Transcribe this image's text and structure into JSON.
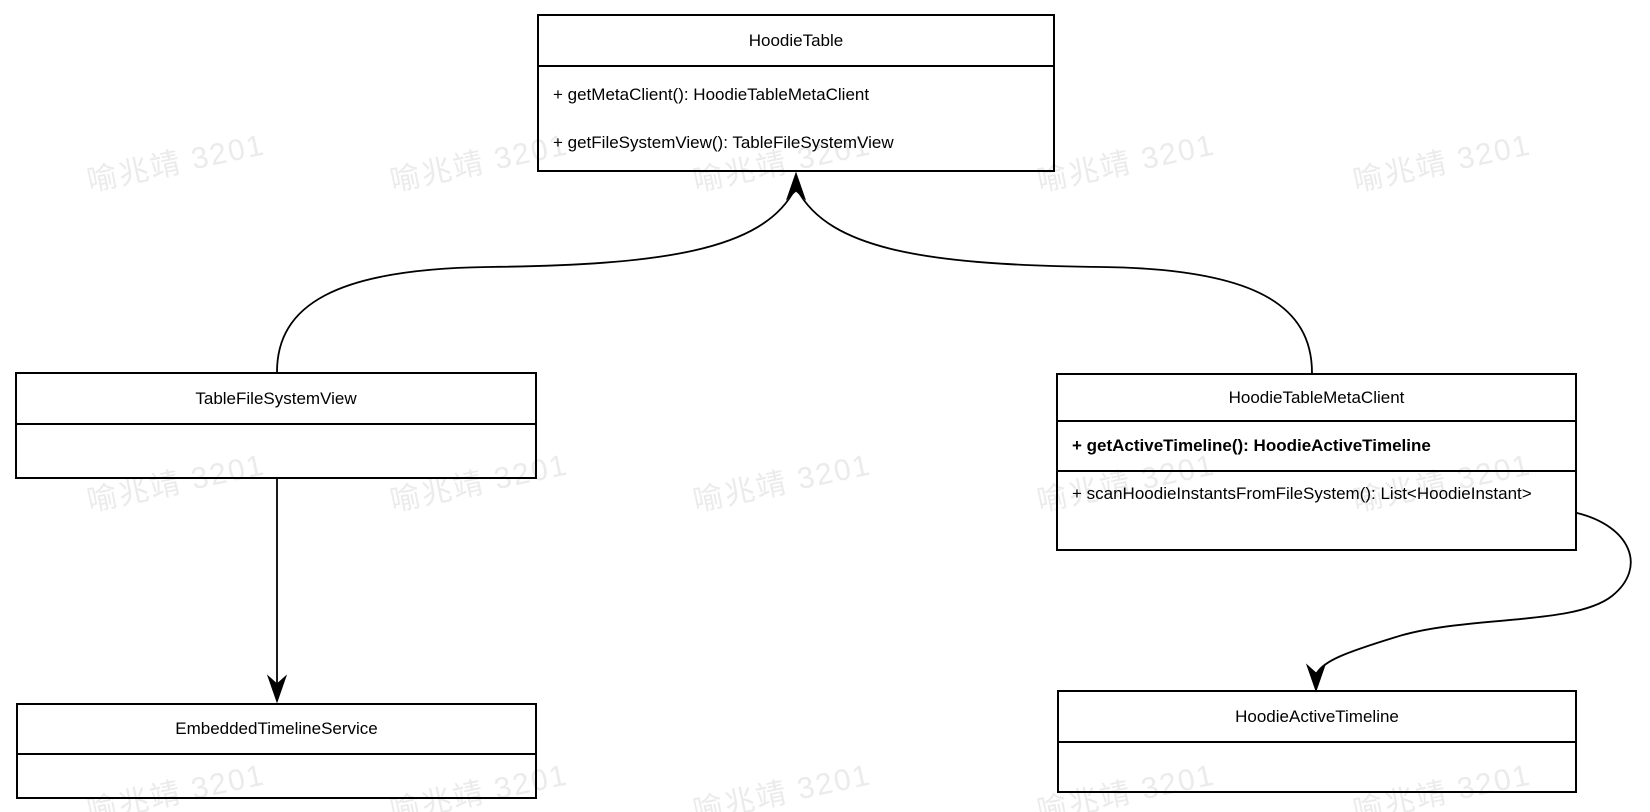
{
  "diagram_type": "uml_class_diagram",
  "watermark": {
    "text": "喻兆靖 3201"
  },
  "style": {
    "stroke_color": "#000000",
    "background_color": "#ffffff",
    "watermark_color": "#ebebeb"
  },
  "classes": [
    {
      "name": "HoodieTable",
      "methods": [
        "+ getMetaClient(): HoodieTableMetaClient",
        "+ getFileSystemView(): TableFileSystemView"
      ]
    },
    {
      "name": "TableFileSystemView",
      "methods": []
    },
    {
      "name": "HoodieTableMetaClient",
      "methods": [
        "+ getActiveTimeline(): HoodieActiveTimeline",
        "+ scanHoodieInstantsFromFileSystem(): List<HoodieInstant>"
      ]
    },
    {
      "name": "EmbeddedTimelineService",
      "methods": []
    },
    {
      "name": "HoodieActiveTimeline",
      "methods": []
    }
  ],
  "relations": [
    {
      "from": "TableFileSystemView",
      "to": "HoodieTable",
      "style": "solid-arrow"
    },
    {
      "from": "HoodieTableMetaClient",
      "to": "HoodieTable",
      "style": "solid-arrow"
    },
    {
      "from": "TableFileSystemView",
      "to": "EmbeddedTimelineService",
      "style": "solid-arrow"
    },
    {
      "from": "HoodieTableMetaClient",
      "to": "HoodieActiveTimeline",
      "style": "solid-arrow"
    }
  ]
}
